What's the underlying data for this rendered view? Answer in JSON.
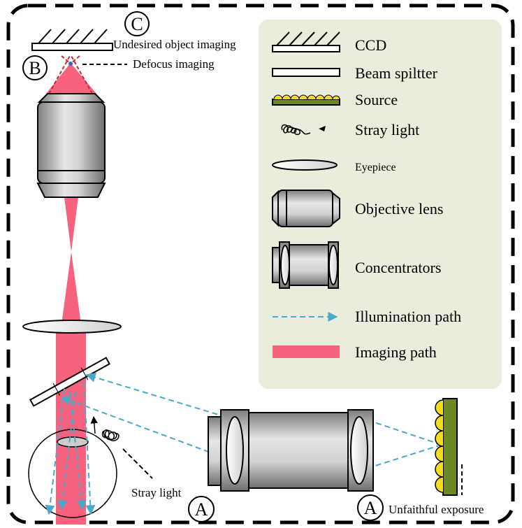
{
  "annotations": {
    "undesired": "Undesired object imaging",
    "defocus": "Defocus imaging",
    "stray": "Stray light",
    "unfaithful": "Unfaithful exposure"
  },
  "markers": {
    "a": "A",
    "b": "B",
    "c": "C"
  },
  "legend": {
    "ccd": "CCD",
    "beam_splitter": "Beam spiltter",
    "source": "Source",
    "stray_light": "Stray light",
    "eyepiece": "Eyepiece",
    "objective": "Objective lens",
    "concentrators": "Concentrators",
    "illumination": "Illumination path",
    "imaging": "Imaging path"
  },
  "colors": {
    "imaging": "#f7627e",
    "illumination": "#4aa8c8",
    "legend_bg": "#eaeddb",
    "source": "#6d8a22",
    "source_bump": "#f4dc1e"
  },
  "icons": [
    "ccd-icon",
    "beam-splitter-icon",
    "source-icon",
    "stray-light-icon",
    "eyepiece-icon",
    "objective-lens-icon",
    "concentrator-icon"
  ]
}
